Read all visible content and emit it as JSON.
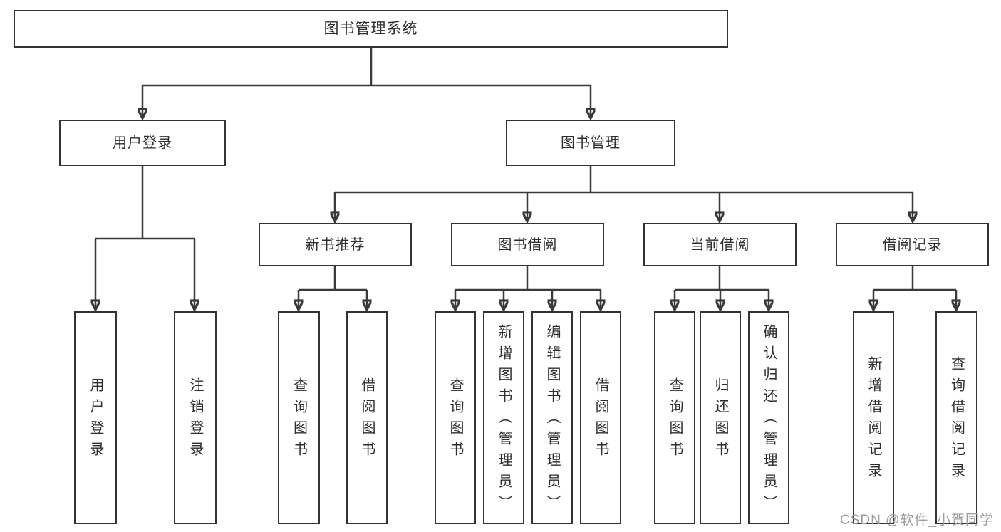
{
  "tree": {
    "root": {
      "label": "图书管理系统",
      "children": [
        {
          "label": "用户登录",
          "children": [
            {
              "label": "用户登录"
            },
            {
              "label": "注销登录"
            }
          ]
        },
        {
          "label": "图书管理",
          "children": [
            {
              "label": "新书推荐",
              "children": [
                {
                  "label": "查询图书"
                },
                {
                  "label": "借阅图书"
                }
              ]
            },
            {
              "label": "图书借阅",
              "children": [
                {
                  "label": "查询图书"
                },
                {
                  "label": "新增图书（管理员）"
                },
                {
                  "label": "编辑图书（管理员）"
                },
                {
                  "label": "借阅图书"
                }
              ]
            },
            {
              "label": "当前借阅",
              "children": [
                {
                  "label": "查询图书"
                },
                {
                  "label": "归还图书"
                },
                {
                  "label": "确认归还（管理员）"
                }
              ]
            },
            {
              "label": "借阅记录",
              "children": [
                {
                  "label": "新增借阅记录"
                },
                {
                  "label": "查询借阅记录"
                }
              ]
            }
          ]
        }
      ]
    }
  },
  "watermark": {
    "text": "CSDN @软件_小贺同学"
  },
  "colors": {
    "line": "#3a3a3a",
    "box_border": "#333333",
    "text": "#2e2e2e",
    "watermark": "#9e9e9e",
    "background": "#ffffff"
  }
}
